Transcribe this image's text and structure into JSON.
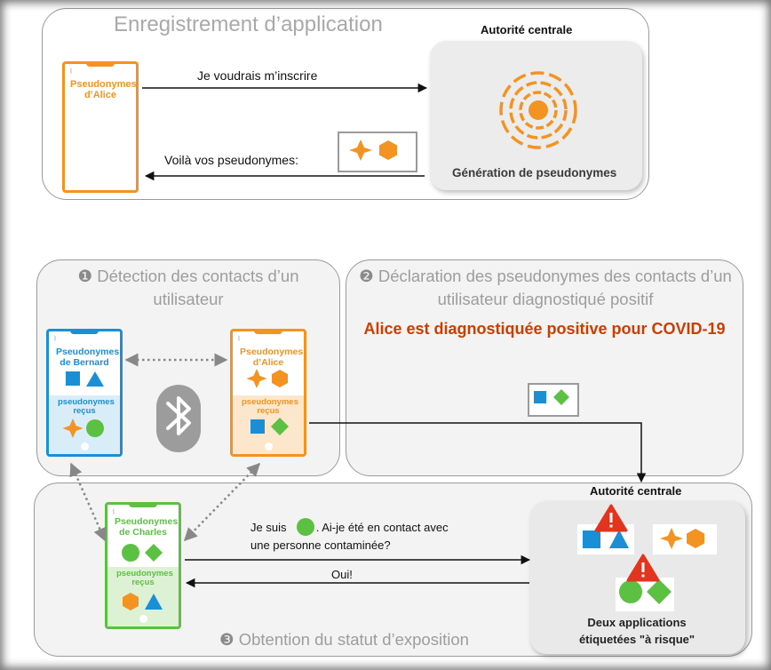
{
  "colors": {
    "orange": "#f39321",
    "blue": "#1a8fd6",
    "green": "#5cc142",
    "red": "#e2341e",
    "alert_text": "#cc3d00",
    "panel_border": "#9a9a9a",
    "title_grey": "#a9a9a9"
  },
  "registration": {
    "title": "Enregistrement d’application",
    "authority": "Autorité centrale",
    "generation_label": "Génération de pseudonymes",
    "request_label": "Je voudrais m’inscrire",
    "response_label": "Voilà vos pseudonymes:",
    "alice_phone": {
      "title": "Pseudonymes d’Alice"
    },
    "icons": [
      "sun-icon",
      "star-icon",
      "hexagon-icon"
    ]
  },
  "detection": {
    "number": "❶",
    "title": "Détection des contacts d’un utilisateur",
    "bernard_phone": {
      "title": "Pseudonymes de Bernard",
      "received": "pseudonymes reçus"
    },
    "alice_phone": {
      "title": "Pseudonymes d’Alice",
      "received": "pseudonymes reçus"
    },
    "icons": [
      "bluetooth-icon"
    ]
  },
  "declaration": {
    "number": "❷",
    "title": "Déclaration  des pseudonymes des contacts d’un utilisateur diagnostiqué positif",
    "alert": "Alice est diagnostiquée positive pour COVID-19"
  },
  "exposure": {
    "number": "❸",
    "title": "Obtention du statut d’exposition",
    "authority": "Autorité centrale",
    "question_prefix": "Je suis",
    "question_suffix": ". Ai-je été en contact avec",
    "question_line2": "une personne contaminée?",
    "answer": "Oui!",
    "risk_label_line1": "Deux applications",
    "risk_label_line2": "étiquetées \"à risque\"",
    "charles_phone": {
      "title": "Pseudonymes de Charles",
      "received": "pseudonymes reçus"
    },
    "icons": [
      "warning-icon"
    ]
  }
}
